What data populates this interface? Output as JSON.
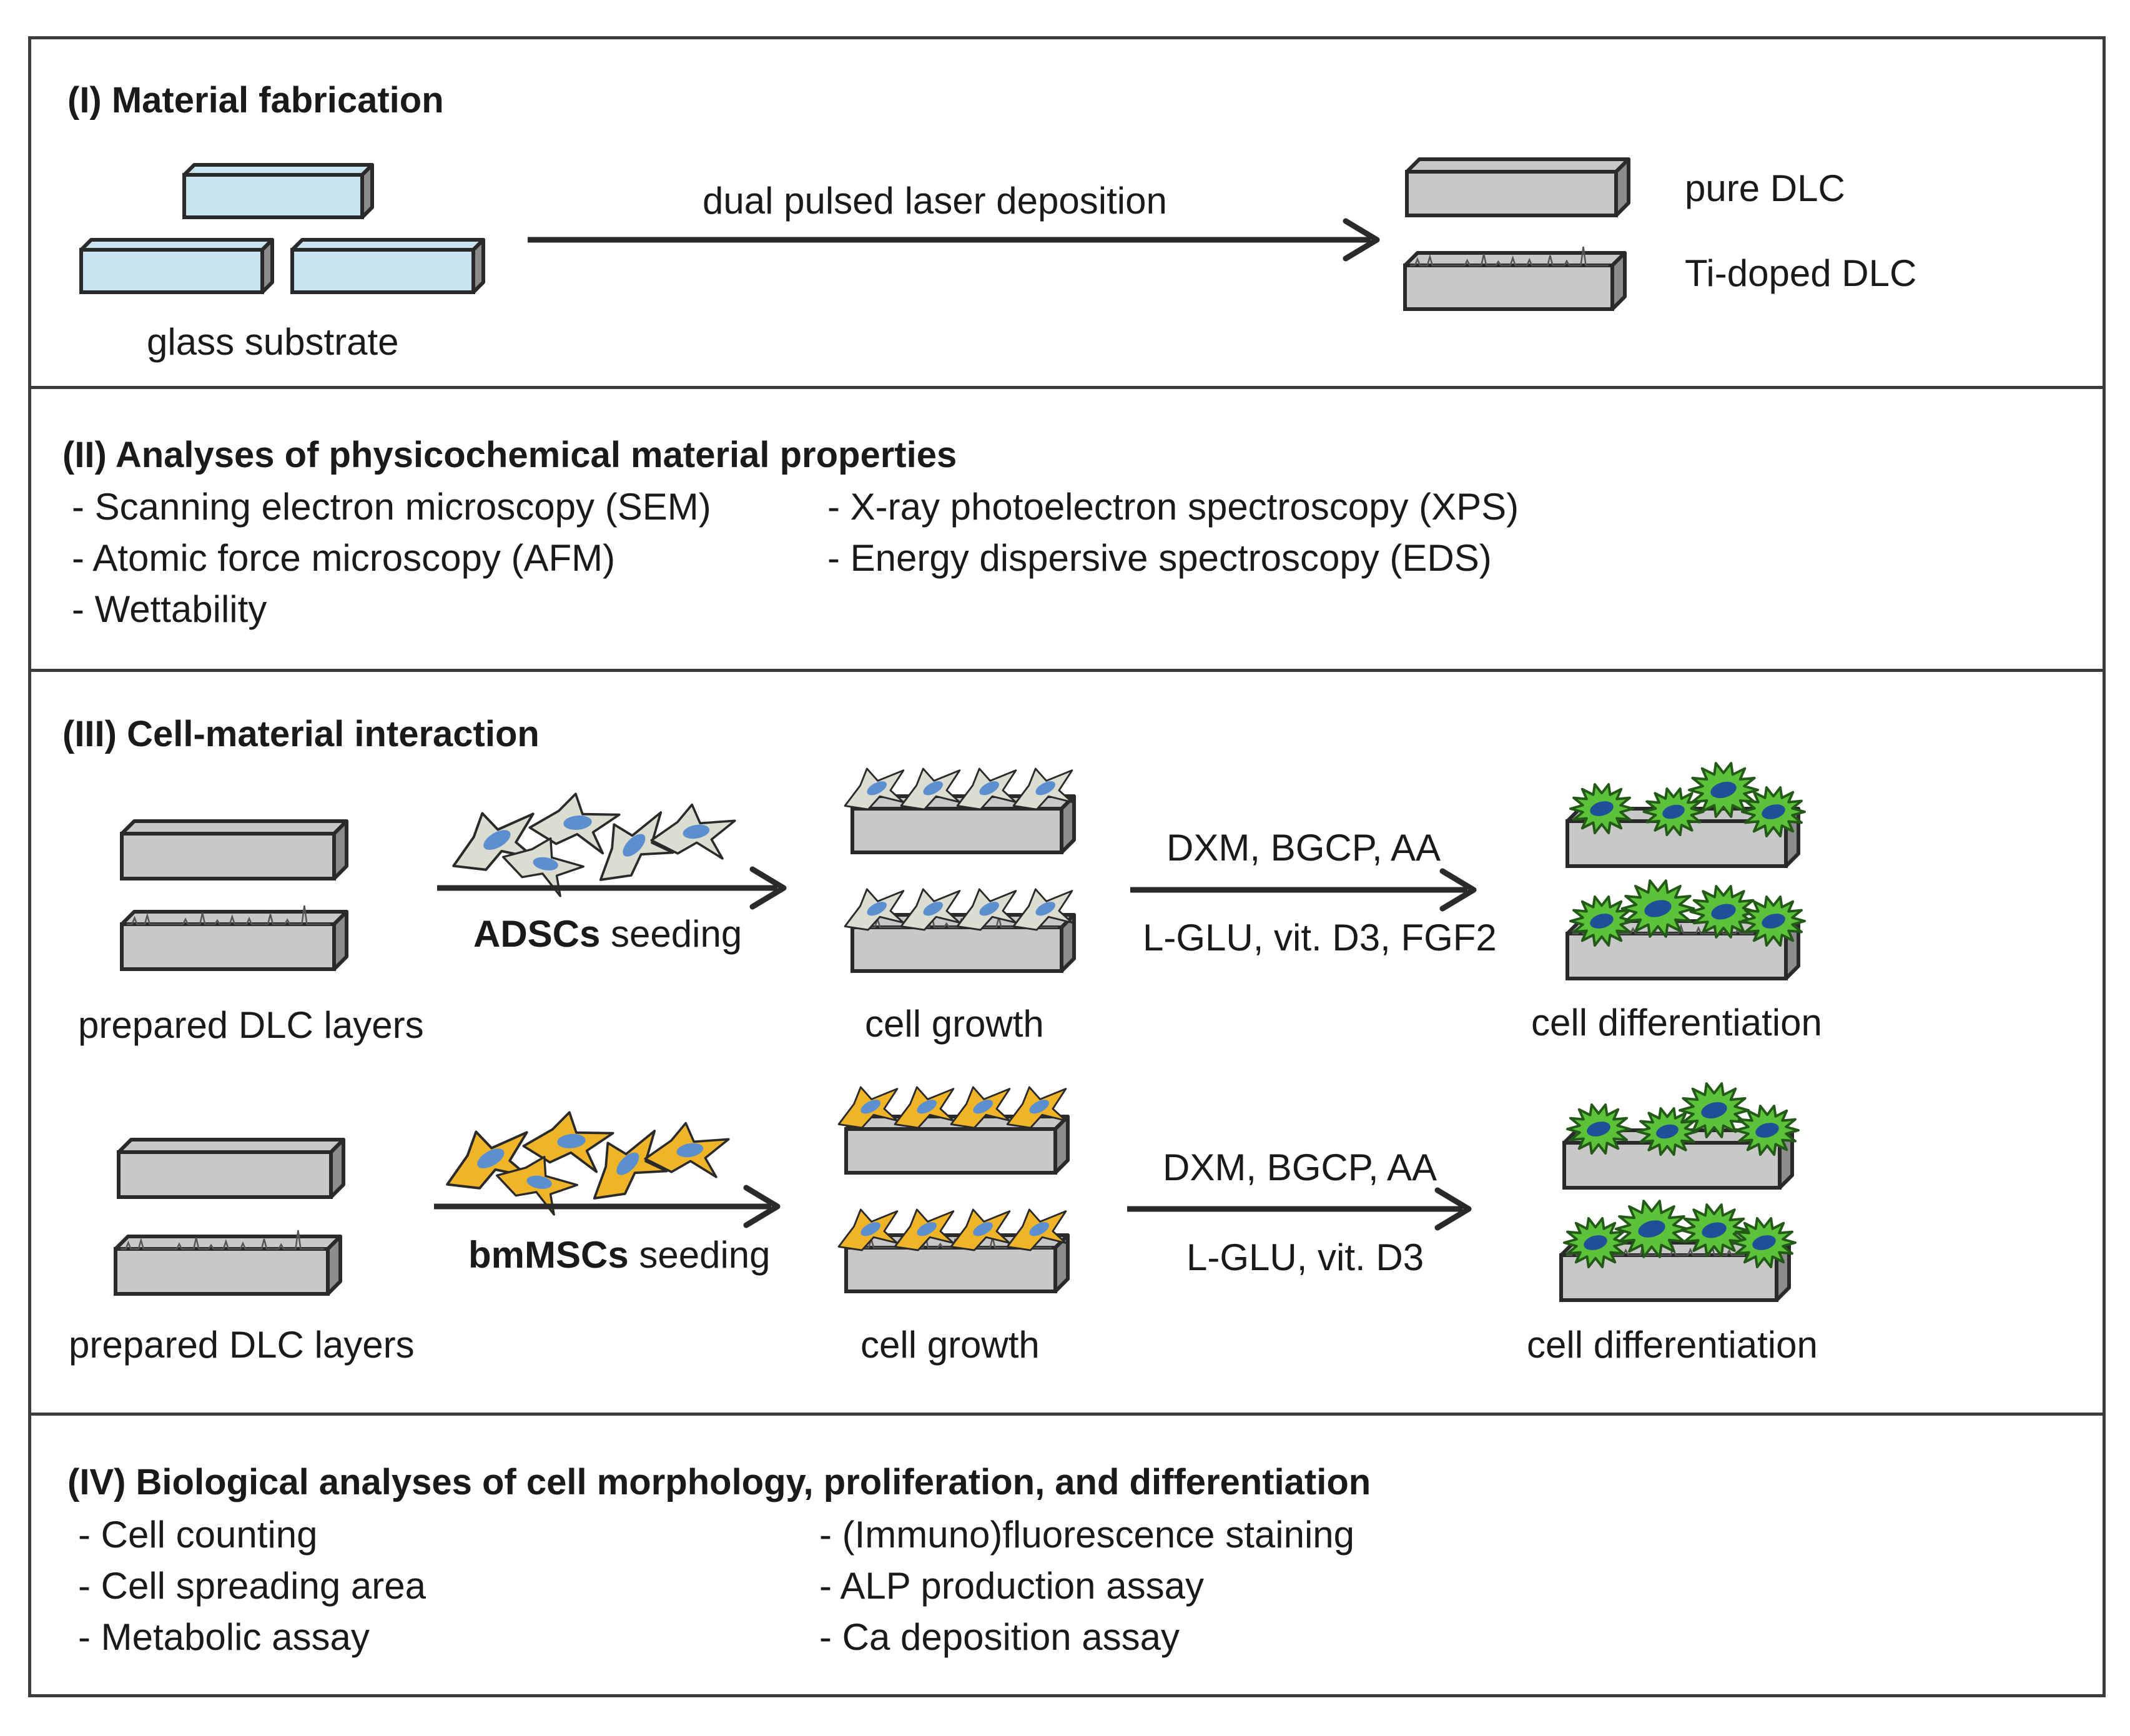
{
  "section1": {
    "heading": "(I) Material fabrication",
    "substrate_label": "glass substrate",
    "arrow_label": "dual pulsed laser deposition",
    "pure_label": "pure DLC",
    "ti_label": "Ti-doped DLC"
  },
  "section2": {
    "heading": "(II) Analyses of physicochemical material properties",
    "left_items": [
      "- Scanning electron microscopy (SEM)",
      "- Atomic force microscopy (AFM)",
      "- Wettability"
    ],
    "right_items": [
      "- X-ray photoelectron spectroscopy (XPS)",
      "- Energy dispersive spectroscopy (EDS)"
    ]
  },
  "section3": {
    "heading": "(III) Cell-material interaction",
    "row1": {
      "layers_label": "prepared DLC layers",
      "seeding_bold": "ADSCs",
      "seeding_rest": " seeding",
      "growth_label": "cell growth",
      "media_top": "DXM, BGCP, AA",
      "media_bottom": "L-GLU, vit. D3, FGF2",
      "diff_label": "cell differentiation"
    },
    "row2": {
      "layers_label": "prepared DLC layers",
      "seeding_bold": "bmMSCs",
      "seeding_rest": " seeding",
      "growth_label": "cell growth",
      "media_top": "DXM, BGCP, AA",
      "media_bottom": "L-GLU, vit. D3",
      "diff_label": "cell differentiation"
    }
  },
  "section4": {
    "heading": "(IV) Biological analyses of cell morphology, proliferation, and differentiation",
    "left_items": [
      "- Cell counting",
      "- Cell spreading area",
      "- Metabolic assay"
    ],
    "right_items": [
      "- (Immuno)fluorescence staining",
      "- ALP production assay",
      "- Ca deposition assay"
    ]
  },
  "colors": {
    "glass": "#c6e3ee",
    "dlc": "#c8c8c8",
    "dlc_dark": "#8c8c8c",
    "adsc_cell": "#dcdcd0",
    "bmmsc_cell": "#f0b428",
    "nucleus_light": "#5b8fcf",
    "nucleus_dark": "#1f4f96",
    "osteo_cell": "#5cc23a",
    "outline": "#2a2a2a"
  }
}
